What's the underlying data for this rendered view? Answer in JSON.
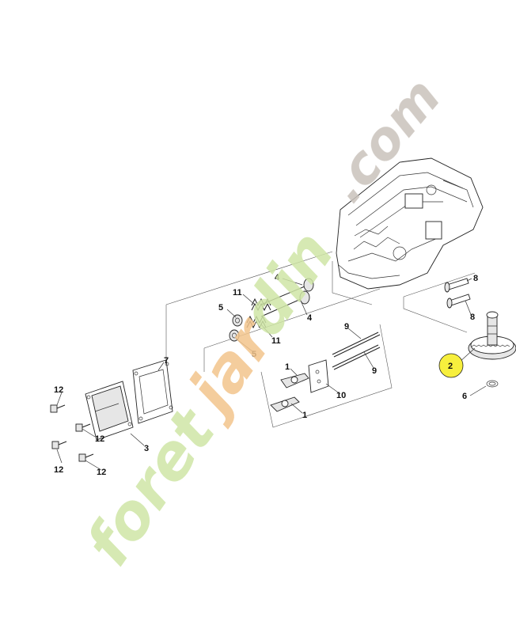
{
  "watermark": {
    "text": "foretjardin.com",
    "color_main": "#cfe6a6",
    "color_accent": "#f3c48c",
    "color_grey": "#c9c2bb"
  },
  "highlight_color": "#f7ef3d",
  "callouts": [
    {
      "id": "c4a",
      "label": "4"
    },
    {
      "id": "c4b",
      "label": "4"
    },
    {
      "id": "c11a",
      "label": "11"
    },
    {
      "id": "c11b",
      "label": "11"
    },
    {
      "id": "c5a",
      "label": "5"
    },
    {
      "id": "c5b",
      "label": "5"
    },
    {
      "id": "c8a",
      "label": "8"
    },
    {
      "id": "c8b",
      "label": "8"
    },
    {
      "id": "c7",
      "label": "7"
    },
    {
      "id": "c9a",
      "label": "9"
    },
    {
      "id": "c9b",
      "label": "9"
    },
    {
      "id": "c1a",
      "label": "1"
    },
    {
      "id": "c1b",
      "label": "1"
    },
    {
      "id": "c10",
      "label": "10"
    },
    {
      "id": "c3",
      "label": "3"
    },
    {
      "id": "c12a",
      "label": "12"
    },
    {
      "id": "c12b",
      "label": "12"
    },
    {
      "id": "c12c",
      "label": "12"
    },
    {
      "id": "c12d",
      "label": "12"
    },
    {
      "id": "c2",
      "label": "2"
    },
    {
      "id": "c6",
      "label": "6"
    }
  ],
  "icons": {
    "cylinder_block": "engine-block-icon",
    "camshaft": "camshaft-gear-icon",
    "valve_cover": "valve-cover-icon"
  }
}
